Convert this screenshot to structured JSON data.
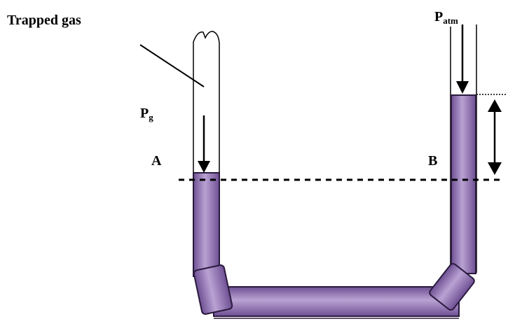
{
  "labels": {
    "trapped_gas": "Trapped gas",
    "p_gas": "P",
    "p_gas_sub": "g",
    "p_atm": "P",
    "p_atm_sub": "atm",
    "point_a": "A",
    "point_b": "B"
  },
  "colors": {
    "fluid": "#8c6bae",
    "fluid_light": "#b49bd0",
    "fluid_dark": "#5a3f78",
    "outline": "#000000"
  }
}
